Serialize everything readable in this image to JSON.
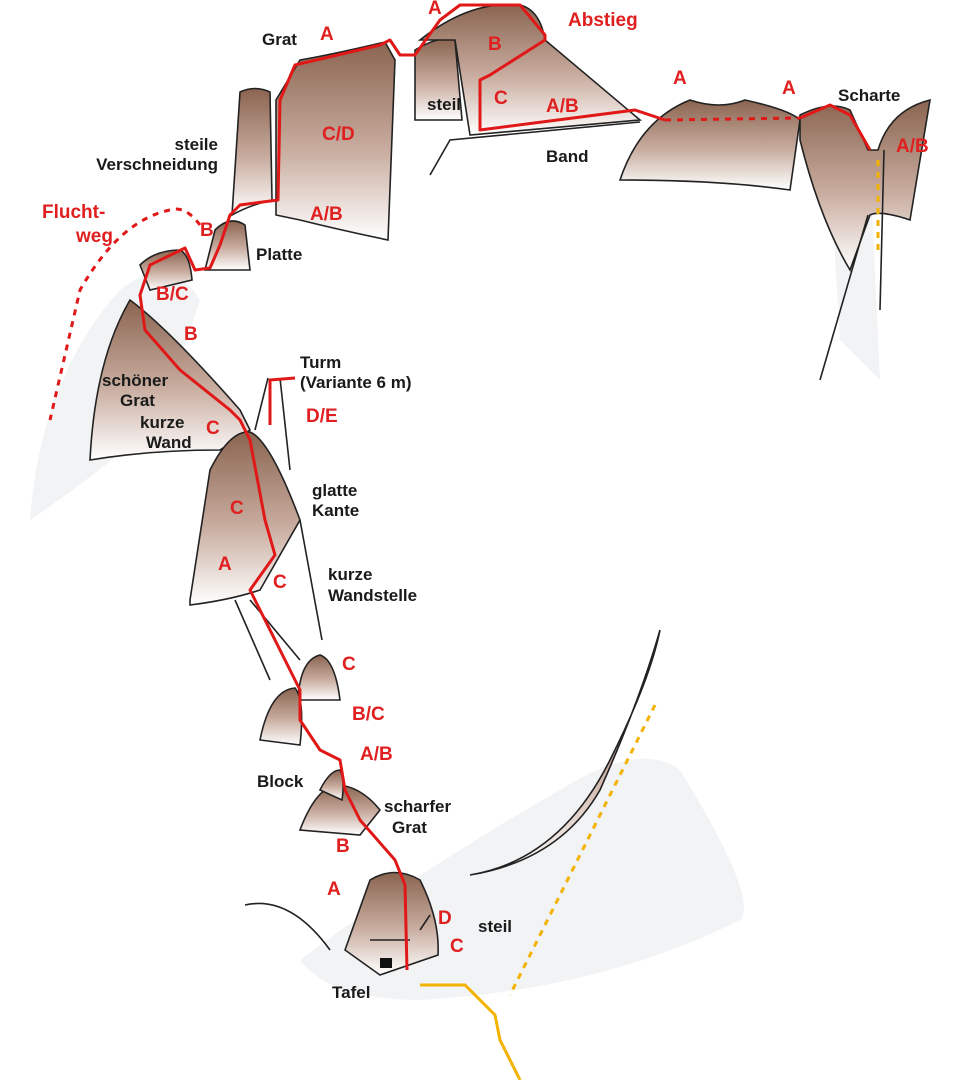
{
  "title": "Route topo",
  "labels": {
    "grat_top": "Grat",
    "steile": "steile",
    "verschneidung": "Verschneidung",
    "steil_top": "steil",
    "band": "Band",
    "scharte": "Scharte",
    "platte": "Platte",
    "turm": "Turm",
    "variante": "(Variante 6 m)",
    "schoener": "schöner",
    "grat_mid": "Grat",
    "kurze1": "kurze",
    "wand": "Wand",
    "glatte": "glatte",
    "kante": "Kante",
    "kurze2": "kurze",
    "wandstelle": "Wandstelle",
    "block": "Block",
    "scharfer": "scharfer",
    "grat_low": "Grat",
    "steil_low": "steil",
    "tafel": "Tafel"
  },
  "grades": {
    "g1": "A",
    "g2": "A",
    "abstieg": "Abstieg",
    "g3": "B",
    "g4": "C",
    "g5": "A/B",
    "g6": "C/D",
    "g7": "A/B",
    "g8": "A",
    "g9": "A",
    "g10": "A/B",
    "flucht1": "Flucht-",
    "flucht2": "weg",
    "g11": "B",
    "g12": "B/C",
    "g13": "B",
    "g14": "C",
    "g15": "D/E",
    "g16": "C",
    "g17": "A",
    "g18": "C",
    "g19": "C",
    "g20": "B/C",
    "g21": "A/B",
    "g22": "B",
    "g23": "A",
    "g24": "D",
    "g25": "C"
  },
  "colors": {
    "route": "#e01818",
    "approach": "#f2b200",
    "rock": "#8a6450"
  }
}
